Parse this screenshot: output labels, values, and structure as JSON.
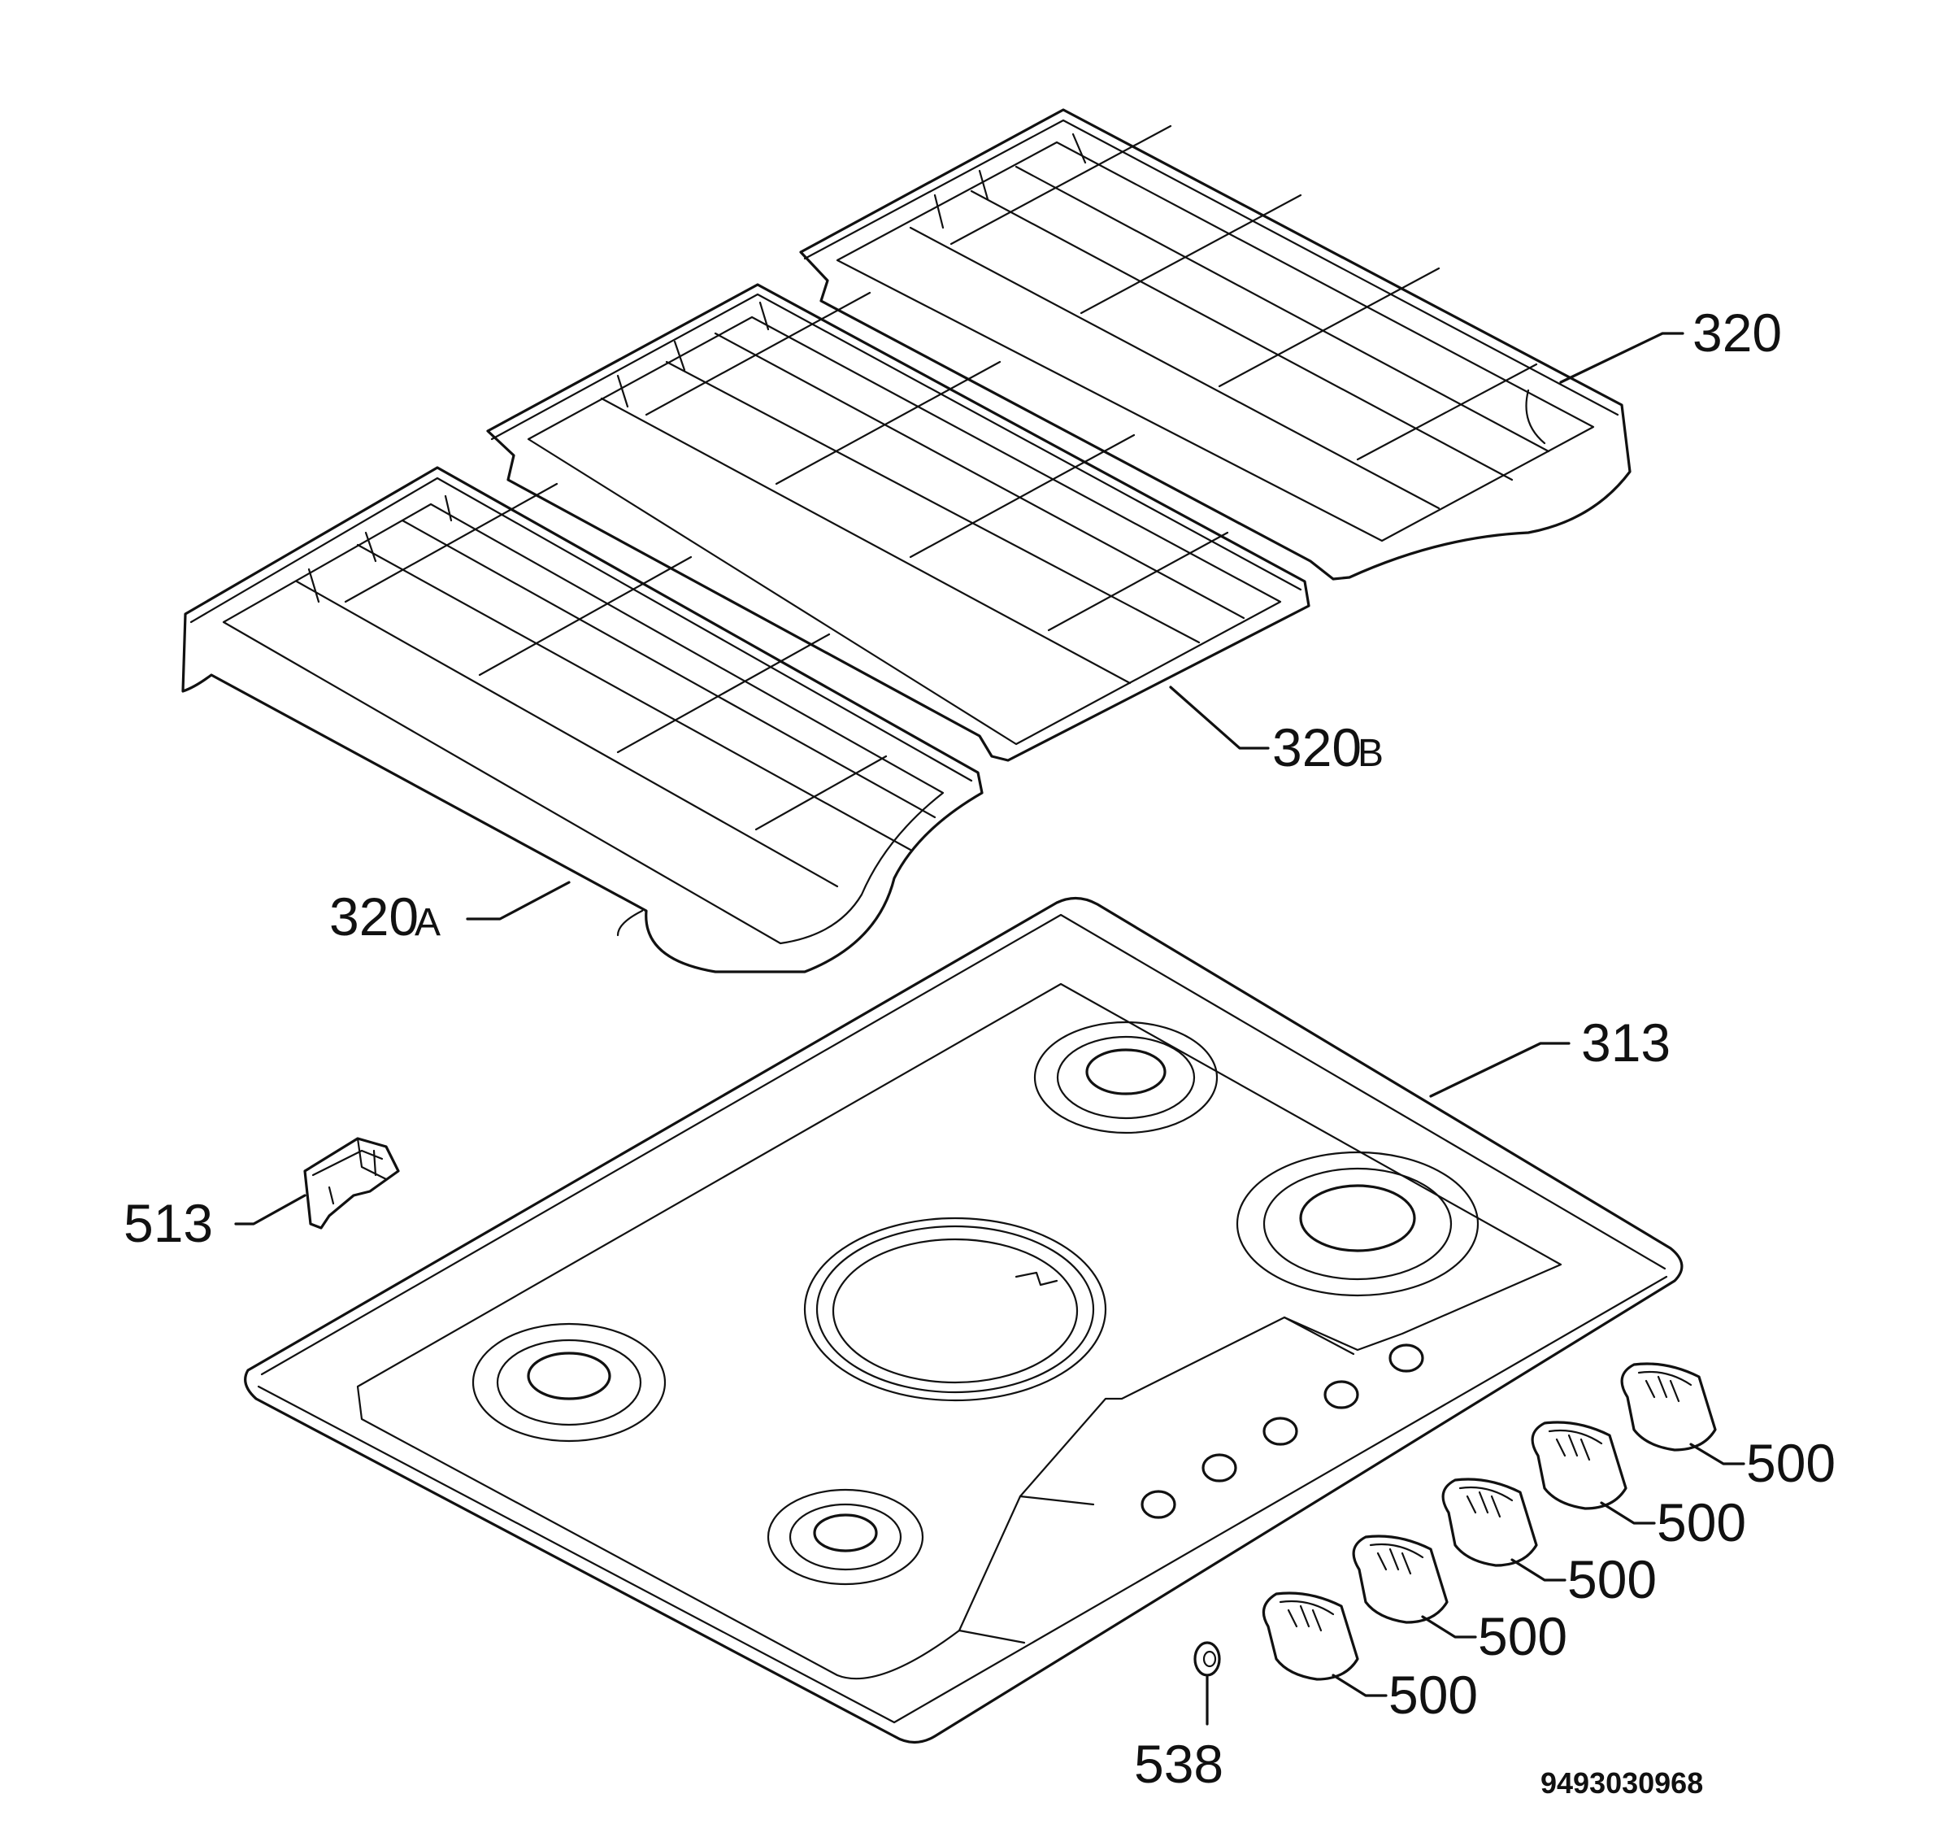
{
  "labels": {
    "grid_right": "320",
    "grid_middle": "320",
    "grid_middle_suffix": "B",
    "grid_left": "320",
    "grid_left_suffix": "A",
    "hob": "313",
    "clip": "513",
    "knob_1": "500",
    "knob_2": "500",
    "knob_3": "500",
    "knob_4": "500",
    "knob_5": "500",
    "spacer": "538"
  },
  "drawing_number": "9493030968"
}
